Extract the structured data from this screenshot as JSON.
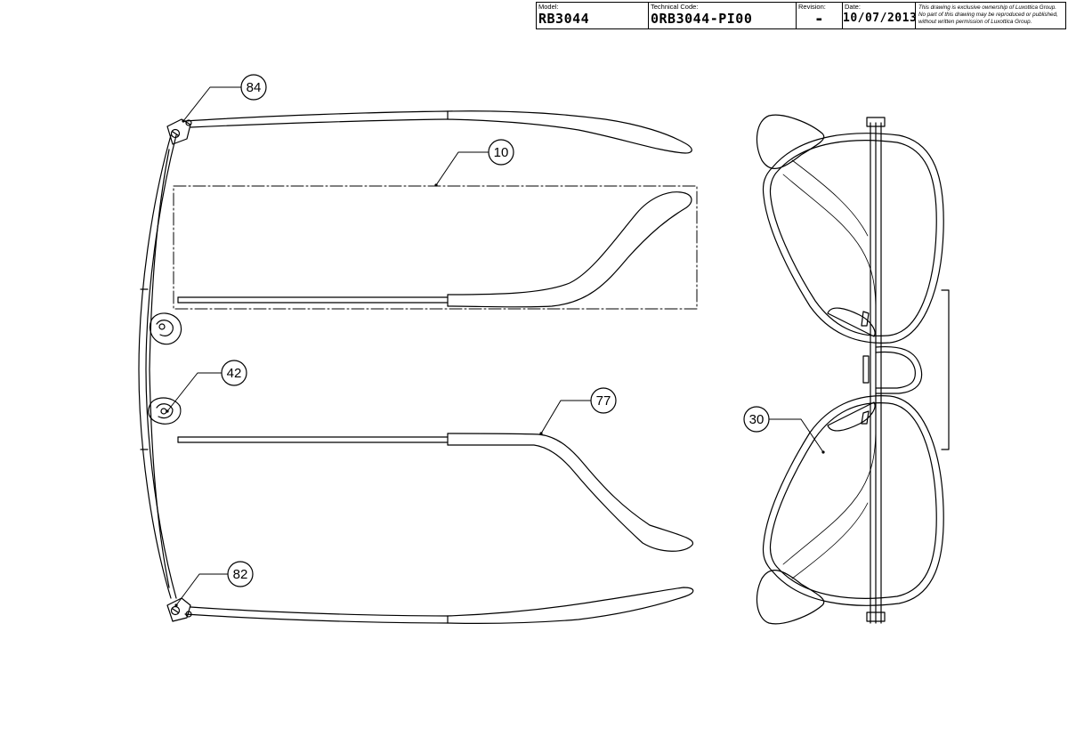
{
  "title_block": {
    "model_label": "Model:",
    "model_value": "RB3044",
    "code_label": "Technical Code:",
    "code_value": "0RB3044-PI00",
    "revision_label": "Revision:",
    "revision_value": "-",
    "date_label": "Date:",
    "date_value": "10/07/2013",
    "ownership_note": "This drawing is exclusive ownership of Luxottica Group. No part of this drawing may be reproduced or published, without written permission of Luxottica Group."
  },
  "callouts": [
    {
      "id": "84",
      "label": "84"
    },
    {
      "id": "10",
      "label": "10"
    },
    {
      "id": "42",
      "label": "42"
    },
    {
      "id": "77",
      "label": "77"
    },
    {
      "id": "82",
      "label": "82"
    },
    {
      "id": "30",
      "label": "30"
    }
  ]
}
